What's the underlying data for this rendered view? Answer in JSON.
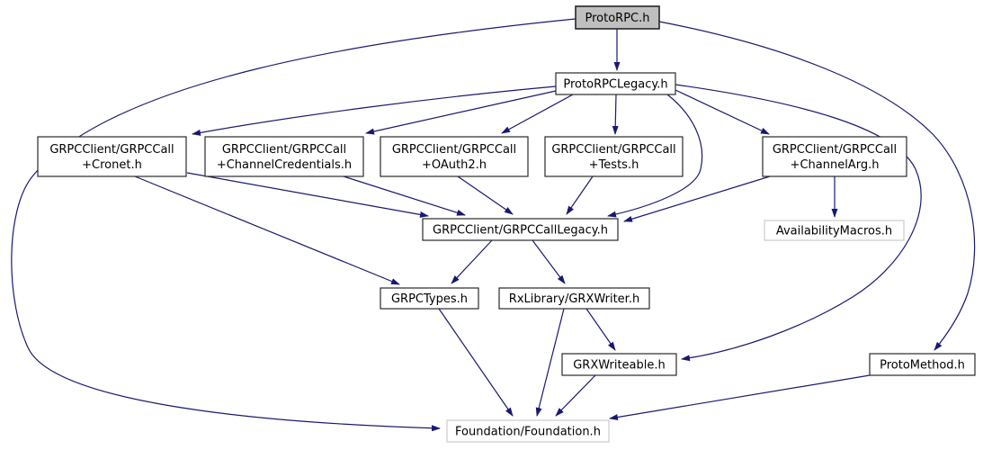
{
  "diagram": {
    "kind": "include-dependency-graph",
    "colors": {
      "edge": "#191970",
      "node_border": "#2a2a2a",
      "node_fill": "#ffffff",
      "root_fill": "#bfbfbf",
      "external_border": "#c6c6c6",
      "text": "#000000"
    },
    "nodes": {
      "protorpc": {
        "label": "ProtoRPC.h"
      },
      "protorpclegacy": {
        "label": "ProtoRPCLegacy.h"
      },
      "cronet": {
        "line1": "GRPCClient/GRPCCall",
        "line2": "+Cronet.h"
      },
      "channelcredentials": {
        "line1": "GRPCClient/GRPCCall",
        "line2": "+ChannelCredentials.h"
      },
      "oauth2": {
        "line1": "GRPCClient/GRPCCall",
        "line2": "+OAuth2.h"
      },
      "tests": {
        "line1": "GRPCClient/GRPCCall",
        "line2": "+Tests.h"
      },
      "channelarg": {
        "line1": "GRPCClient/GRPCCall",
        "line2": "+ChannelArg.h"
      },
      "grpccalllegacy": {
        "label": "GRPCClient/GRPCCallLegacy.h"
      },
      "availabilitymacros": {
        "label": "AvailabilityMacros.h"
      },
      "grpctypes": {
        "label": "GRPCTypes.h"
      },
      "grxwriter": {
        "label": "RxLibrary/GRXWriter.h"
      },
      "grxwriteable": {
        "label": "GRXWriteable.h"
      },
      "protomethod": {
        "label": "ProtoMethod.h"
      },
      "foundation": {
        "label": "Foundation/Foundation.h"
      }
    },
    "edges": [
      {
        "from": "ProtoRPC.h",
        "to": "ProtoRPCLegacy.h"
      },
      {
        "from": "ProtoRPC.h",
        "to": "ProtoMethod.h"
      },
      {
        "from": "ProtoRPC.h",
        "to": "Foundation/Foundation.h"
      },
      {
        "from": "ProtoRPCLegacy.h",
        "to": "GRPCClient/GRPCCall+Cronet.h"
      },
      {
        "from": "ProtoRPCLegacy.h",
        "to": "GRPCClient/GRPCCall+ChannelCredentials.h"
      },
      {
        "from": "ProtoRPCLegacy.h",
        "to": "GRPCClient/GRPCCall+OAuth2.h"
      },
      {
        "from": "ProtoRPCLegacy.h",
        "to": "GRPCClient/GRPCCall+Tests.h"
      },
      {
        "from": "ProtoRPCLegacy.h",
        "to": "GRPCClient/GRPCCall+ChannelArg.h"
      },
      {
        "from": "ProtoRPCLegacy.h",
        "to": "GRPCClient/GRPCCallLegacy.h"
      },
      {
        "from": "ProtoRPCLegacy.h",
        "to": "GRXWriteable.h"
      },
      {
        "from": "GRPCClient/GRPCCall+Cronet.h",
        "to": "GRPCClient/GRPCCallLegacy.h"
      },
      {
        "from": "GRPCClient/GRPCCall+Cronet.h",
        "to": "GRPCTypes.h"
      },
      {
        "from": "GRPCClient/GRPCCall+ChannelCredentials.h",
        "to": "GRPCClient/GRPCCallLegacy.h"
      },
      {
        "from": "GRPCClient/GRPCCall+OAuth2.h",
        "to": "GRPCClient/GRPCCallLegacy.h"
      },
      {
        "from": "GRPCClient/GRPCCall+Tests.h",
        "to": "GRPCClient/GRPCCallLegacy.h"
      },
      {
        "from": "GRPCClient/GRPCCall+ChannelArg.h",
        "to": "GRPCClient/GRPCCallLegacy.h"
      },
      {
        "from": "GRPCClient/GRPCCall+ChannelArg.h",
        "to": "AvailabilityMacros.h"
      },
      {
        "from": "GRPCClient/GRPCCallLegacy.h",
        "to": "GRPCTypes.h"
      },
      {
        "from": "GRPCClient/GRPCCallLegacy.h",
        "to": "RxLibrary/GRXWriter.h"
      },
      {
        "from": "RxLibrary/GRXWriter.h",
        "to": "GRXWriteable.h"
      },
      {
        "from": "RxLibrary/GRXWriter.h",
        "to": "Foundation/Foundation.h"
      },
      {
        "from": "GRXWriteable.h",
        "to": "Foundation/Foundation.h"
      },
      {
        "from": "GRPCTypes.h",
        "to": "Foundation/Foundation.h"
      },
      {
        "from": "ProtoMethod.h",
        "to": "Foundation/Foundation.h"
      }
    ]
  }
}
